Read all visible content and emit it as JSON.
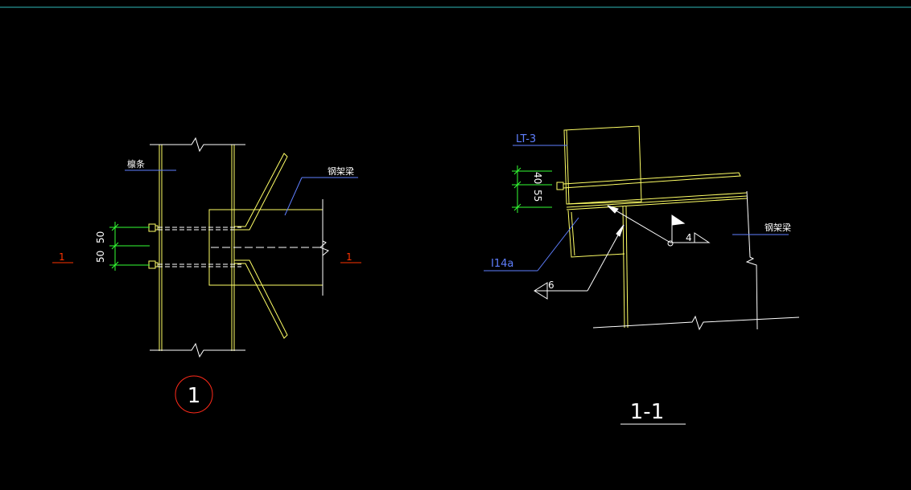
{
  "colors": {
    "background": "#000000",
    "top_rule": "#2fb7b7",
    "steel_yellow": "#ffff66",
    "white_line": "#ffffff",
    "leader_blue": "#5f7fff",
    "dimension_green": "#33ff33",
    "section_red": "#ff3300",
    "red_circle": "#ff2a1a"
  },
  "left_view": {
    "label_purlin": "檩条",
    "label_steel_beam": "钢架梁",
    "dim_top": "50",
    "dim_bottom": "50",
    "section_mark_left": "1",
    "section_mark_right": "1",
    "detail_number": "1"
  },
  "right_view": {
    "label_lt3": "LT-3",
    "label_i14a": "I14a",
    "label_steel_beam": "钢架梁",
    "dim_40": "40",
    "dim_55": "55",
    "weld_size_4": "4",
    "weld_size_6": "6",
    "section_title": "1-1"
  }
}
